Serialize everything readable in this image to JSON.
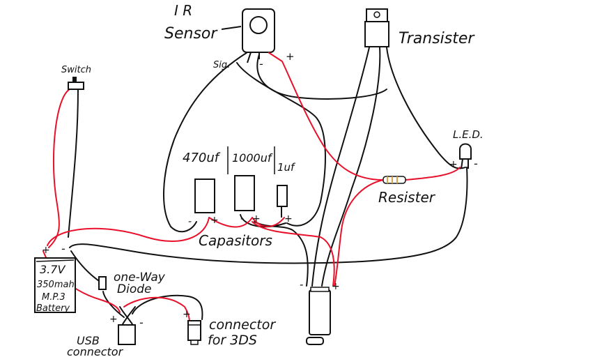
{
  "labels": {
    "ir_sensor_line1": "I R",
    "ir_sensor_line2": "Sensor",
    "sig": "Sig.",
    "ir_minus": "-",
    "ir_plus": "+",
    "transistor": "Transister",
    "switch": "Switch",
    "led": "L.E.D.",
    "led_plus": "+",
    "led_minus": "-",
    "cap1": "470uf",
    "cap2": "1000uf",
    "cap3": "1uf",
    "cap_minus_1": "-",
    "cap_plus_1": "+",
    "cap_minus_2": "-",
    "cap_plus_2": "+",
    "cap_plus_3": "+",
    "capacitors": "Capasitors",
    "resistor": "Resister",
    "battery_line1": "3.7V",
    "battery_line2": "350mah",
    "battery_line3": "M.P.3",
    "battery_line4": "Battery",
    "bat_plus": "+",
    "bat_minus": "-",
    "diode_line1": "one-Way",
    "diode_line2": "Diode",
    "usb_line1": "USB",
    "usb_line2": "connector",
    "usb_plus": "+",
    "usb_minus": "-",
    "conn3ds_line1": "connector",
    "conn3ds_line2": "for 3DS",
    "conn_plus": "+",
    "motor_minus": "-",
    "motor_plus": "+"
  },
  "colors": {
    "wire_black": "#111111",
    "wire_red": "#e8102a",
    "resistor_band": "#d9a441"
  }
}
